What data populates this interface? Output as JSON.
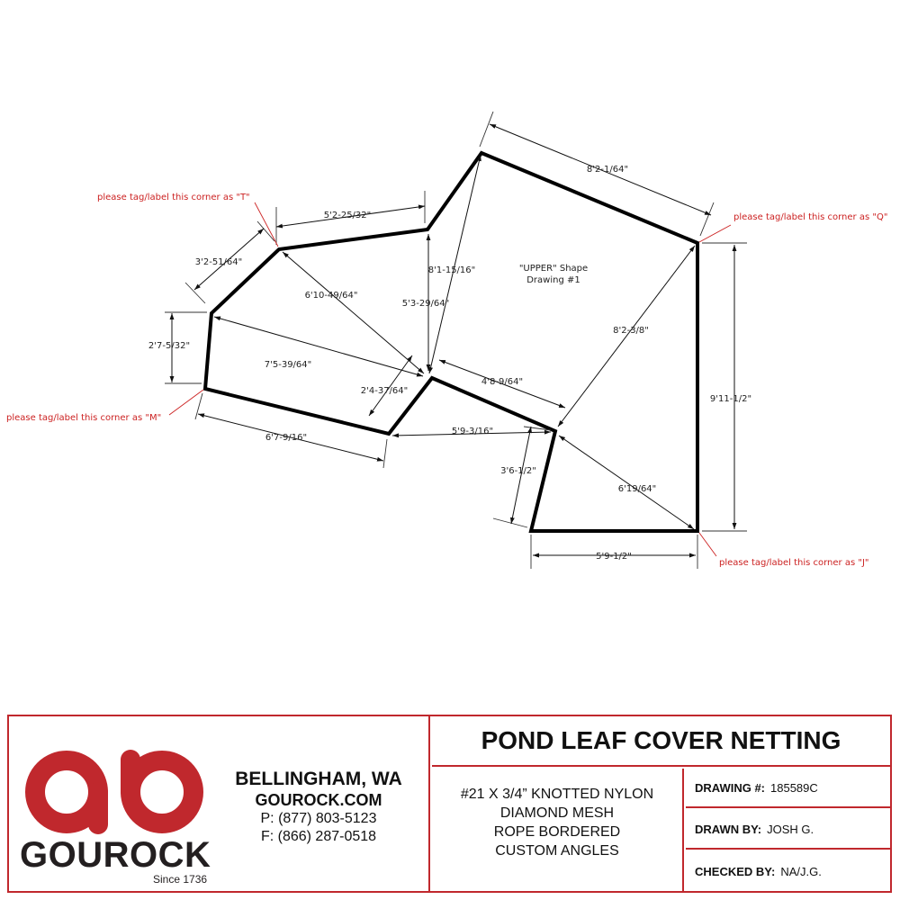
{
  "drawing": {
    "shape_label": [
      "\"UPPER\" Shape",
      "Drawing #1"
    ],
    "dimensions": {
      "top_right_edge": "8'2-1/64\"",
      "top_left_edge": "5'2-25/32\"",
      "upper_left_edge": "3'2-51/64\"",
      "left_edge": "2'7-5/32\"",
      "bottom_left_edge": "6'7-9/16\"",
      "right_edge": "9'11-1/2\"",
      "bottom_edge": "5'9-1/2\"",
      "lower_left_edge": "3'6-1/2\"",
      "diag_top_center": "8'1-15/16\"",
      "diag_center_vertical": "5'3-29/64\"",
      "diag_t_to_center": "6'10-49/64\"",
      "diag_m_to_center": "7'5-39/64\"",
      "inner_short": "2'4-37/64\"",
      "inner_center_right": "4'8-9/64\"",
      "inner_bottom": "5'9-3/16\"",
      "diag_right": "8'2-3/8\"",
      "diag_lower_right": "6'19/64\""
    },
    "notes": {
      "t": "please tag/label this corner as \"T\"",
      "q": "please tag/label this corner as \"Q\"",
      "m": "please tag/label this corner as \"M\"",
      "j": "please tag/label this corner as \"J\""
    }
  },
  "company": {
    "logo_text": "GOUROCK",
    "since": "Since 1736",
    "city": "BELLINGHAM, WA",
    "website": "GOUROCK.COM",
    "phone": "P: (877) 803-5123",
    "fax": "F: (866) 287-0518"
  },
  "product": {
    "title": "POND LEAF COVER NETTING",
    "spec_lines": [
      "#21 X 3/4” KNOTTED NYLON",
      "DIAMOND MESH",
      "ROPE BORDERED",
      "CUSTOM ANGLES"
    ]
  },
  "meta": {
    "drawing_label": "DRAWING #:",
    "drawing_value": "185589C",
    "drawn_by_label": "DRAWN BY:",
    "drawn_by_value": "JOSH G.",
    "checked_by_label": "CHECKED BY:",
    "checked_by_value": "NA/J.G."
  },
  "colors": {
    "brand_red": "#c0282d",
    "note_red": "#cc2222"
  }
}
